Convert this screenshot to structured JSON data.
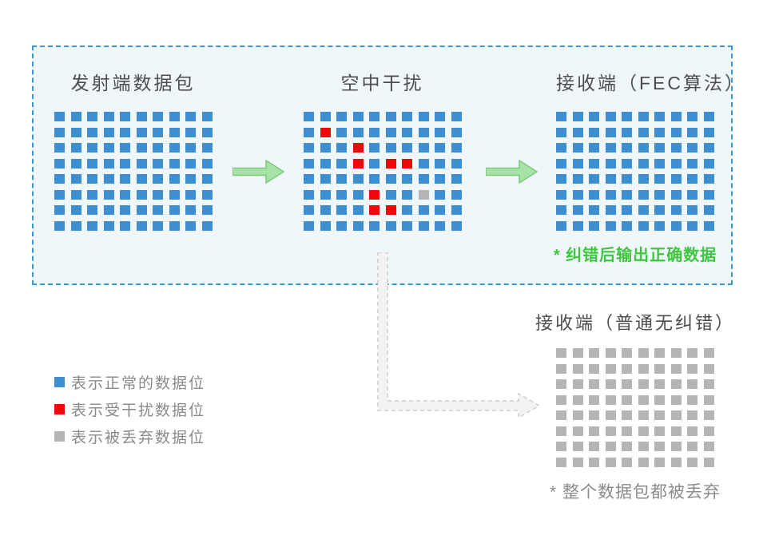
{
  "colors": {
    "normal_bit": "#3d8fd2",
    "corrupted_bit": "#ee0a0a",
    "discarded_bit": "#b5b5b5",
    "box_border": "#3b97d3",
    "box_background": "#f0f7fb",
    "arrow_fill": "#a7e3a7",
    "arrow_stroke": "#7cc97c",
    "discard_arrow_fill": "#f3f3f3",
    "discard_arrow_stroke": "#cccccc",
    "success_text": "#3fc53f",
    "title_text": "#4d4d4d",
    "legend_text": "#8a8a8a"
  },
  "panels": {
    "sender": {
      "title": "发射端数据包",
      "rows": 8,
      "cols": 10,
      "bit_color": "normal"
    },
    "interference": {
      "title": "空中干扰",
      "rows": 8,
      "cols": 10,
      "bit_color": "normal",
      "corrupted_cells": [
        [
          1,
          1
        ],
        [
          2,
          3
        ],
        [
          3,
          3
        ],
        [
          3,
          5
        ],
        [
          3,
          6
        ],
        [
          5,
          4
        ],
        [
          6,
          4
        ],
        [
          6,
          5
        ]
      ],
      "discarded_cells": [
        [
          5,
          7
        ]
      ]
    },
    "receiver_fec": {
      "title": "接收端（FEC算法）",
      "rows": 8,
      "cols": 10,
      "bit_color": "normal",
      "note": "* 纠错后输出正确数据"
    },
    "receiver_plain": {
      "title": "接收端（普通无纠错）",
      "rows": 8,
      "cols": 10,
      "bit_color": "discarded",
      "note": "* 整个数据包都被丢弃"
    }
  },
  "legend": {
    "items": [
      {
        "color_key": "normal_bit",
        "label": "表示正常的数据位"
      },
      {
        "color_key": "corrupted_bit",
        "label": "表示受干扰数据位"
      },
      {
        "color_key": "discarded_bit",
        "label": "表示被丢弃数据位"
      }
    ]
  }
}
